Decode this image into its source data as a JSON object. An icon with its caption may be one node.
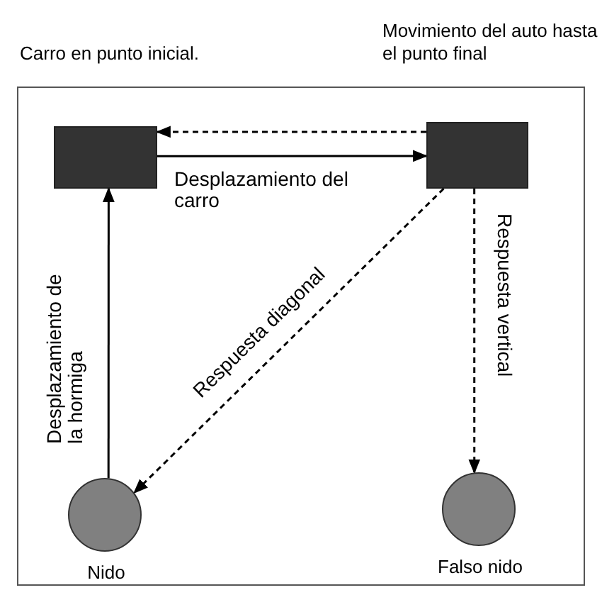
{
  "diagram": {
    "nodes": [
      {
        "text": [],
        "shape": "box"
      },
      {
        "text": [],
        "shape": "box",
        "in": 0,
        "beside": [
          "Carro en punto inicial."
        ]
      },
      {
        "text": [],
        "shape": "box",
        "in": 0,
        "beside": [
          "Movimiento del auto hasta el punto final"
        ]
      },
      {
        "text": [],
        "shape": "circle",
        "in": 0,
        "beside": [
          "Nido"
        ]
      },
      {
        "text": [],
        "shape": "circle",
        "in": 0,
        "beside": [
          "Falso nido"
        ]
      }
    ],
    "edges": [
      {
        "from": 2,
        "to": 1,
        "arrow": "to",
        "style": "dashed"
      },
      {
        "from": 1,
        "to": 2,
        "arrow": "to",
        "label": "Desplazamiento del carro"
      },
      {
        "from": 3,
        "to": 1,
        "arrow": "to",
        "label": "Desplazamiento de la hormiga"
      },
      {
        "from": 2,
        "to": 3,
        "arrow": "to",
        "style": "dashed",
        "label": "Respuesta diagonal"
      },
      {
        "from": 2,
        "to": 4,
        "arrow": "to",
        "style": "dashed",
        "label": "Respuesta vertical"
      }
    ]
  }
}
